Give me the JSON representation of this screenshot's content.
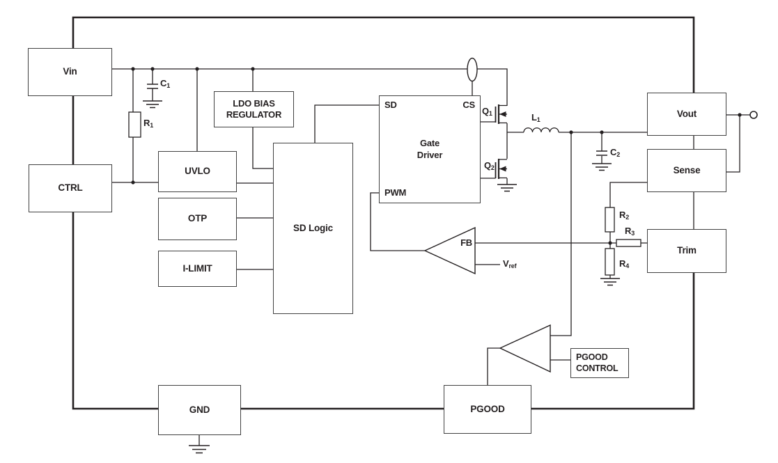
{
  "diagram_type": "dc-dc-converter-block-diagram",
  "colors": {
    "line": "#231f20",
    "box_border": "#404040",
    "background": "#ffffff",
    "text": "#231f20"
  },
  "blocks": {
    "vin": "Vin",
    "ctrl": "CTRL",
    "ldo_line1": "LDO BIAS",
    "ldo_line2": "REGULATOR",
    "uvlo": "UVLO",
    "otp": "OTP",
    "ilimit": "I-LIMIT",
    "sd_logic": "SD Logic",
    "gate_driver_line1": "Gate",
    "gate_driver_line2": "Driver",
    "vout": "Vout",
    "sense": "Sense",
    "trim": "Trim",
    "pgood_control_line1": "PGOOD",
    "pgood_control_line2": "CONTROL",
    "pgood": "PGOOD",
    "gnd": "GND"
  },
  "gate_driver_pins": {
    "sd": "SD",
    "cs": "CS",
    "pwm": "PWM"
  },
  "amplifier": {
    "fb": "FB",
    "vref_base": "V",
    "vref_sub": "ref"
  },
  "components": {
    "c1": {
      "base": "C",
      "sub": "1"
    },
    "r1": {
      "base": "R",
      "sub": "1"
    },
    "l1": {
      "base": "L",
      "sub": "1"
    },
    "q1": {
      "base": "Q",
      "sub": "1"
    },
    "q2": {
      "base": "Q",
      "sub": "2"
    },
    "c2": {
      "base": "C",
      "sub": "2"
    },
    "r2": {
      "base": "R",
      "sub": "2"
    },
    "r3": {
      "base": "R",
      "sub": "3"
    },
    "r4": {
      "base": "R",
      "sub": "4"
    }
  }
}
